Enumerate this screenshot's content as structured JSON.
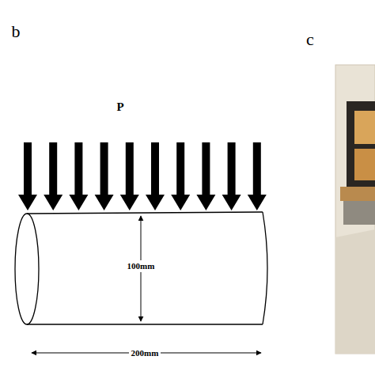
{
  "diagram": {
    "labels": [
      "b",
      "c",
      "P",
      "100mm",
      "200mm"
    ]
  }
}
